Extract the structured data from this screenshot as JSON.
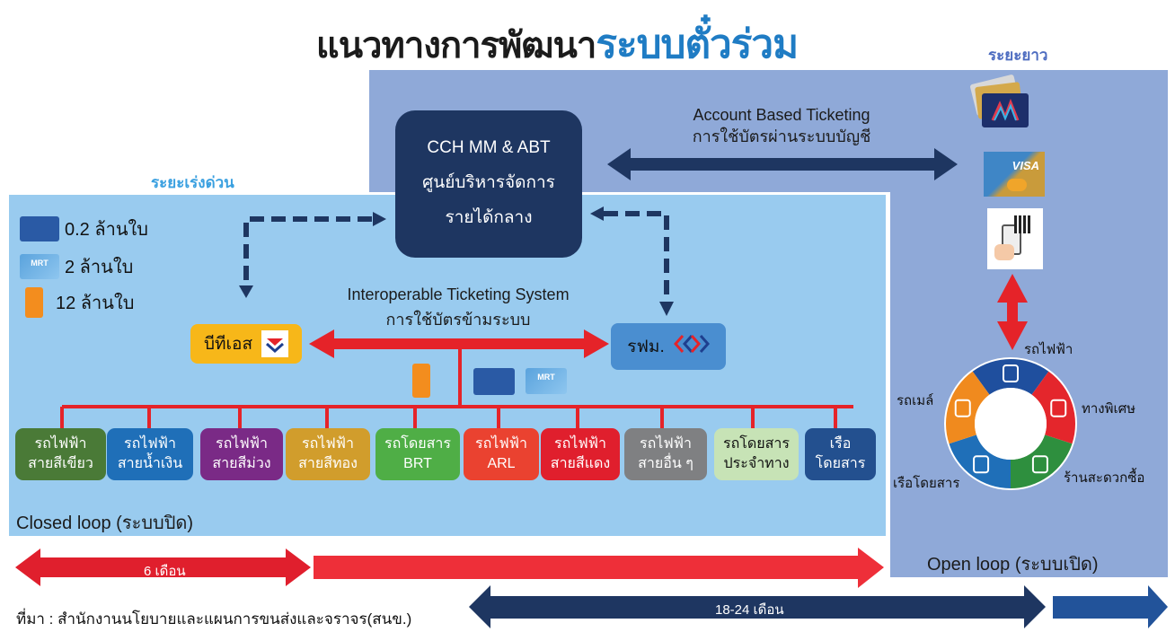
{
  "title": {
    "prefix": "แนวทางการพัฒนา",
    "highlight": "ระบบตั๋วร่วม"
  },
  "phases": {
    "short_term": "ระยะเร่งด่วน",
    "long_term": "ระยะยาว"
  },
  "hub": {
    "line1": "CCH MM & ABT",
    "line2": "ศูนย์บริหารจัดการ",
    "line3": "รายได้กลาง"
  },
  "abt": {
    "title": "Account Based Ticketing",
    "subtitle": "การใช้บัตรผ่านระบบบัญชี"
  },
  "its": {
    "title": "Interoperable Ticketing System",
    "subtitle": "การใช้บัตรข้ามระบบ"
  },
  "card_counts": [
    {
      "card": "mangmoom-card",
      "label": "0.2 ล้านใบ"
    },
    {
      "card": "mrt-plus-card",
      "label": "2 ล้านใบ"
    },
    {
      "card": "rabbit-card",
      "label": "12 ล้านใบ"
    }
  ],
  "operators": {
    "bts": "บีทีเอส",
    "mrta": "รฟม."
  },
  "colors": {
    "red_arrow": "#e52329",
    "navy": "#1e3661",
    "short_panel": "#99cbef",
    "long_panel": "#8fa9d8"
  },
  "lines": [
    {
      "line1": "รถไฟฟ้า",
      "line2": "สายสีเขียว",
      "color": "#4a7a37"
    },
    {
      "line1": "รถไฟฟ้า",
      "line2": "สายน้ำเงิน",
      "color": "#1f6fb8"
    },
    {
      "line1": "รถไฟฟ้า",
      "line2": "สายสีม่วง",
      "color": "#7a2a86"
    },
    {
      "line1": "รถไฟฟ้า",
      "line2": "สายสีทอง",
      "color": "#d19d2c"
    },
    {
      "line1": "รถโดยสาร",
      "line2": "BRT",
      "color": "#4fae46"
    },
    {
      "line1": "รถไฟฟ้า",
      "line2": "ARL",
      "color": "#ea4230"
    },
    {
      "line1": "รถไฟฟ้า",
      "line2": "สายสีแดง",
      "color": "#e01f2d"
    },
    {
      "line1": "รถไฟฟ้า",
      "line2": "สายอื่น ๆ",
      "color": "#7f8082"
    },
    {
      "line1": "รถโดยสาร",
      "line2": "ประจำทาง",
      "color": "#c7e3b6",
      "dark_text": true
    },
    {
      "line1": "เรือ",
      "line2": "โดยสาร",
      "color": "#23508f"
    }
  ],
  "closed_loop": "Closed loop (ระบบปิด)",
  "open_loop": "Open loop (ระบบเปิด)",
  "open_loop_ring": {
    "segments": [
      {
        "label": "รถไฟฟ้า",
        "icon": "train-icon",
        "color": "#1f4f9e"
      },
      {
        "label": "ทางพิเศษ",
        "icon": "expressway-icon",
        "color": "#e4262c"
      },
      {
        "label": "ร้านสะดวกซื้อ",
        "icon": "shopping-cart-icon",
        "color": "#2e8f3e"
      },
      {
        "label": "เรือโดยสาร",
        "icon": "boat-icon",
        "color": "#1f6fb8"
      },
      {
        "label": "รถเมล์",
        "icon": "bus-icon",
        "color": "#f08a1e"
      }
    ]
  },
  "timeline": {
    "short": "6 เดือน",
    "long": "18-24 เดือน"
  },
  "source": "ที่มา : สำนักงานนโยบายและแผนการขนส่งและจราจร(สนข.)"
}
